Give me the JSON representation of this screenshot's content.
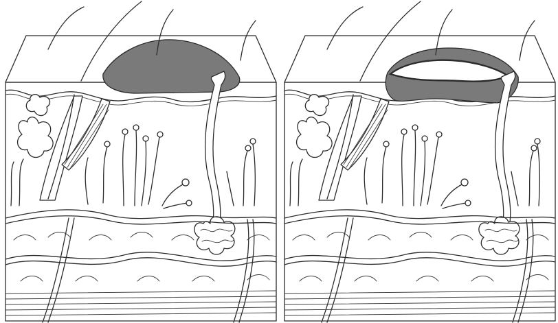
{
  "figure": {
    "panels": [
      {
        "id": "left",
        "lesion": "solid-dome"
      },
      {
        "id": "right",
        "lesion": "fluid-filled-cleft"
      }
    ]
  },
  "colors": {
    "background": "#ffffff",
    "line": "#2b2b2b",
    "lesion_fill": "#7a7a7a",
    "lesion_edge": "#4a4a4a",
    "cleft_fill": "#ffffff"
  }
}
